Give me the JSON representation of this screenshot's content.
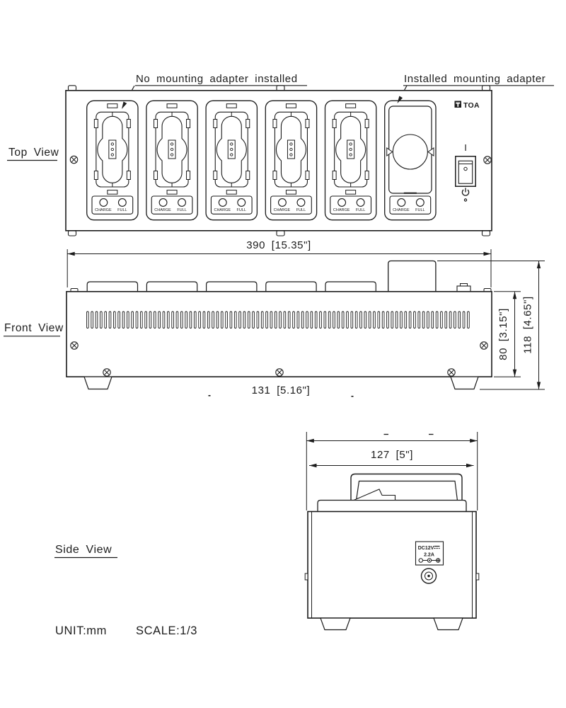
{
  "drawing": {
    "views": {
      "top": {
        "label": "Top View"
      },
      "front": {
        "label": "Front View"
      },
      "side": {
        "label": "Side View"
      }
    },
    "callouts": {
      "no_adapter": "No mounting adapter installed",
      "installed_adapter": "Installed mounting adapter"
    },
    "brand": "TOA",
    "slots": {
      "count": 6,
      "adapter_slot_index": 5,
      "charge_label": "CHARGE",
      "full_label": "FULL"
    },
    "switch": {
      "on_mark": "I"
    },
    "dimensions": {
      "top_width": "390 [15.35\"]",
      "front_bottom": "131 [5.16\"]",
      "front_body_height": "80 [3.15\"]",
      "front_total_height": "118 [4.65\"]",
      "side_width": "127 [5\"]"
    },
    "power_label": {
      "line1": "DC12V",
      "dc_symbol": "⎓",
      "line2": "2.2A"
    },
    "footer": {
      "unit": "UNIT:mm",
      "scale": "SCALE:1/3"
    }
  }
}
